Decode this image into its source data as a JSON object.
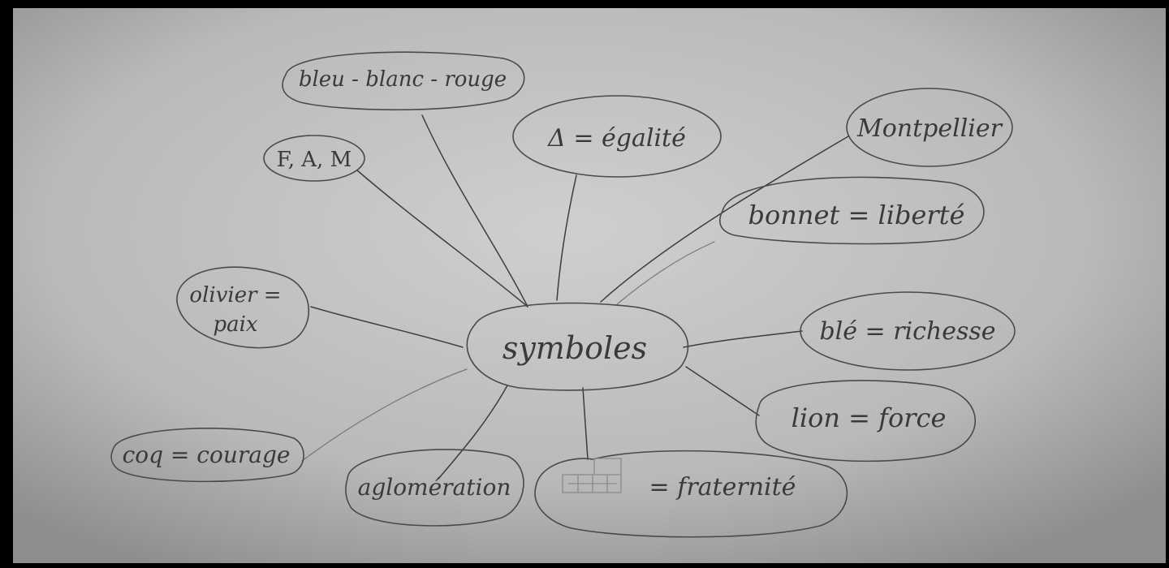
{
  "diagram": {
    "center": {
      "label": "symboles"
    },
    "nodes": [
      {
        "id": "bleu-blanc-rouge",
        "label": "bleu - blanc - rouge"
      },
      {
        "id": "fam",
        "label": "F, A, M"
      },
      {
        "id": "egalite",
        "label": "Δ = égalité"
      },
      {
        "id": "montpellier",
        "label": "Montpellier"
      },
      {
        "id": "bonnet",
        "label": "bonnet = liberté"
      },
      {
        "id": "olivier",
        "label": "olivier =",
        "label2": "paix"
      },
      {
        "id": "ble",
        "label": "blé = richesse"
      },
      {
        "id": "lion",
        "label": "lion = force"
      },
      {
        "id": "coq",
        "label": "coq = courage"
      },
      {
        "id": "aglomeration",
        "label": "aglomération"
      },
      {
        "id": "fraternite",
        "label": "= fraternité"
      }
    ],
    "colors": {
      "paper": "#bdbdbd",
      "frame": "#000000",
      "pencil": "#3d3d3d"
    }
  }
}
